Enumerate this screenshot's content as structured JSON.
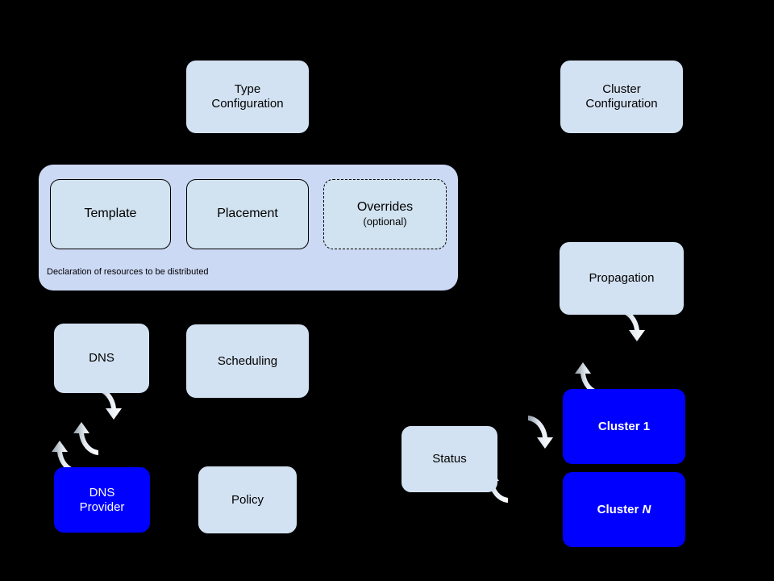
{
  "diagram": {
    "title": "Kubernetes Federation architecture diagram",
    "background_color": "#000000",
    "colors": {
      "node_light": "#d3e2f2",
      "container_light": "#ccd9f5",
      "node_blue": "#0000ff",
      "text_dark": "#000000",
      "text_light": "#ffffff",
      "stroke": "#000000",
      "sync_icon": "#c8d4e0"
    }
  },
  "nodes": {
    "type_configuration": {
      "label": "Type\nConfiguration",
      "line1": "Type",
      "line2": "Configuration"
    },
    "cluster_configuration": {
      "label": "Cluster\nConfiguration",
      "line1": "Cluster",
      "line2": "Configuration"
    },
    "template": {
      "label": "Template"
    },
    "placement": {
      "label": "Placement"
    },
    "overrides": {
      "label": "Overrides",
      "sublabel": "(optional)"
    },
    "declaration_caption": {
      "label": "Declaration of resources to be distributed"
    },
    "dns": {
      "label": "DNS"
    },
    "dns_provider": {
      "line1": "DNS",
      "line2": "Provider"
    },
    "scheduling": {
      "label": "Scheduling"
    },
    "policy": {
      "label": "Policy"
    },
    "propagation": {
      "label": "Propagation"
    },
    "status": {
      "label": "Status"
    },
    "cluster_1": {
      "prefix": "Cluster ",
      "suffix": "1"
    },
    "cluster_n": {
      "prefix": "Cluster ",
      "suffix": "N"
    }
  },
  "icons": {
    "sync_dns": "sync-arrows-icon",
    "sync_propagation": "sync-arrows-icon",
    "sync_status": "sync-arrows-icon"
  },
  "edges": [
    {
      "name": "type-config-to-template",
      "from": "type_configuration",
      "to": "template",
      "direction": "down"
    },
    {
      "name": "type-config-to-placement",
      "from": "type_configuration",
      "to": "placement",
      "direction": "down"
    },
    {
      "name": "type-config-to-overrides",
      "from": "type_configuration",
      "to": "overrides",
      "direction": "down"
    },
    {
      "name": "scheduling-to-placement",
      "from": "scheduling",
      "to": "placement",
      "direction": "up"
    },
    {
      "name": "policy-to-overrides",
      "from": "policy",
      "to": "overrides",
      "direction": "up"
    },
    {
      "name": "dns-sync-dns-provider",
      "from": "dns",
      "to": "dns_provider",
      "direction": "bidirectional"
    },
    {
      "name": "propagation-sync-cluster1",
      "from": "propagation",
      "to": "cluster_1",
      "direction": "bidirectional"
    },
    {
      "name": "status-sync-clusters",
      "from": "status",
      "to": "cluster_1",
      "direction": "bidirectional"
    }
  ]
}
